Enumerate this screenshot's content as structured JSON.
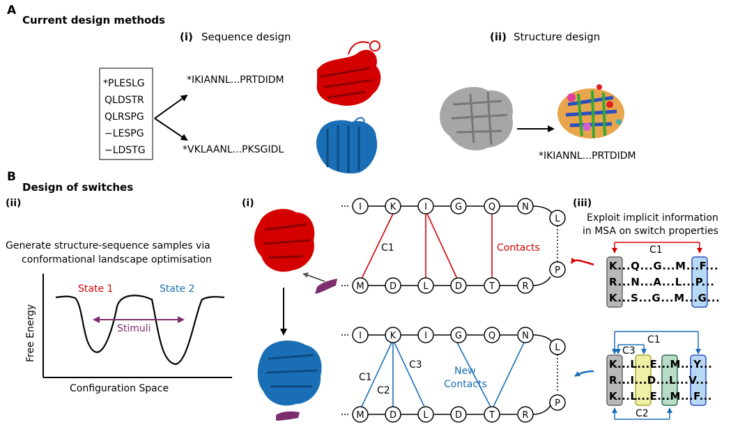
{
  "panel_a": {
    "letter": "A",
    "title": "Current design methods",
    "seq_heading_num": "(i)",
    "seq_heading": "Sequence design",
    "struct_heading_num": "(ii)",
    "struct_heading": "Structure design",
    "msa_lines": [
      "*PLESLG",
      "QLDSTR",
      "QLRSPG",
      "−LESPG",
      "−LDSTG"
    ],
    "seq_red": "*IKIANNL...PRTDIDM",
    "seq_blue": "*VKLAANL...PKSGIDL",
    "struct_seq": "*IKIANNL...PRTDIDM"
  },
  "panel_b": {
    "letter": "B",
    "title": "Design of switches",
    "ii_label": "(ii)",
    "ii_text_1": "Generate structure-sequence samples via",
    "ii_text_2": "conformational landscape optimisation",
    "state1": "State 1",
    "state2": "State 2",
    "stimuli": "Stimuli",
    "ylabel": "Free Energy",
    "xlabel": "Configuration Space",
    "i_label": "(i)",
    "top_row": [
      "I",
      "K",
      "I",
      "G",
      "Q",
      "N"
    ],
    "bottom_row": [
      "M",
      "D",
      "L",
      "D",
      "T",
      "R"
    ],
    "right_top": "L",
    "right_bottom": "P",
    "c1_top": "C1",
    "contacts": "Contacts",
    "c1_bot": "C1",
    "c2_bot": "C2",
    "c3_bot": "C3",
    "new_contacts_1": "New",
    "new_contacts_2": "Contacts",
    "iii_label": "(iii)",
    "iii_text_1": "Exploit implicit information",
    "iii_text_2": "in MSA on switch properties",
    "msa1_c1": "C1",
    "msa1_rows": [
      "K...Q...G...M...F...",
      "R...N...A...L...P...",
      "K...S...G...M...G..."
    ],
    "msa2_c1": "C1",
    "msa2_c3": "C3",
    "msa2_c2": "C2",
    "msa2_rows": [
      "K...L...E...M...Y...",
      "R...I...D...L...V...",
      "K...L...E...M...F..."
    ]
  },
  "colors": {
    "red": "#d40000",
    "blue": "#1a6eb5",
    "purple": "#7b2d6e",
    "grey": "#a0a0a0"
  }
}
